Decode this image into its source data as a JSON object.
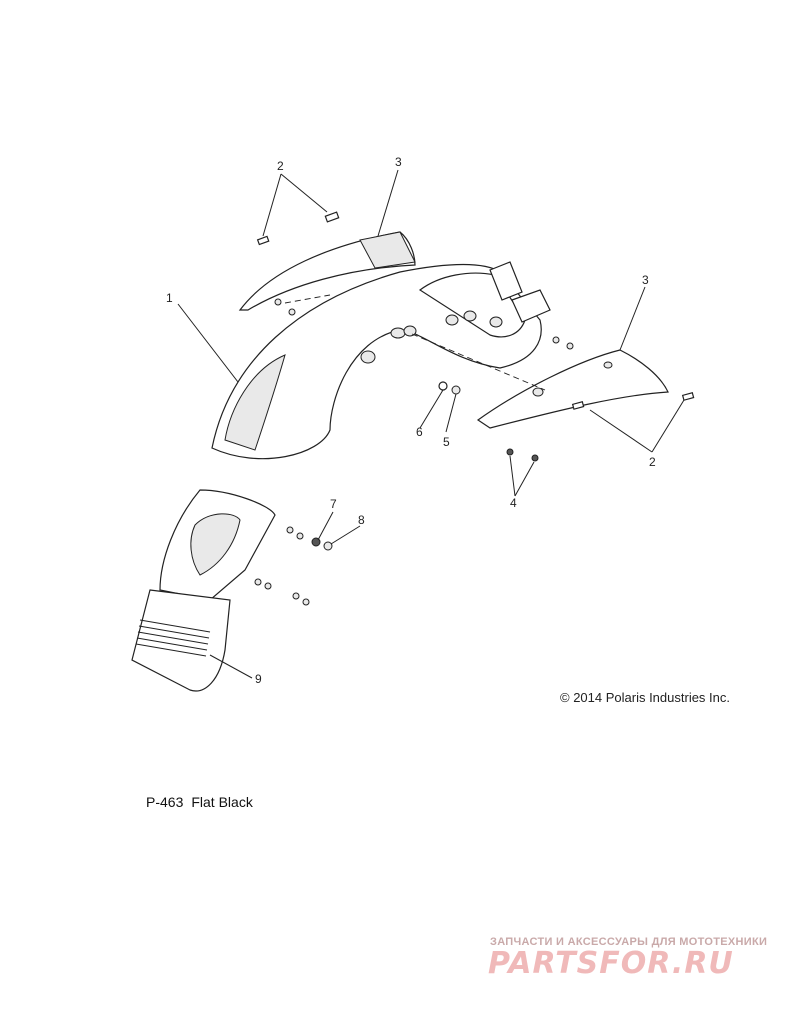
{
  "callouts": [
    "1",
    "2",
    "3",
    "3",
    "2",
    "4",
    "5",
    "6",
    "7",
    "8",
    "9"
  ],
  "copyright": "© 2014 Polaris Industries Inc.",
  "part_number": "P-463",
  "finish": "Flat Black",
  "watermark": {
    "tagline": "ЗАПЧАСТИ И АКСЕССУАРЫ ДЛЯ МОТОТЕХНИКИ",
    "logo": "PARTSFOR.RU"
  },
  "colors": {
    "line": "#222222",
    "watermark": "#f0b9b9"
  }
}
